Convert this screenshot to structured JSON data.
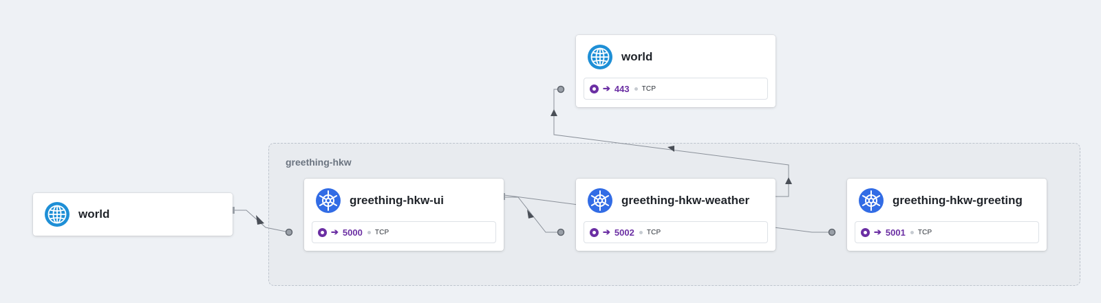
{
  "namespace": {
    "label": "greething-hkw"
  },
  "nodes": {
    "world_top": {
      "title": "world",
      "icon": "globe-icon",
      "port": "443",
      "protocol": "TCP"
    },
    "world_left": {
      "title": "world",
      "icon": "globe-icon"
    },
    "ui": {
      "title": "greething-hkw-ui",
      "icon": "kubernetes-icon",
      "port": "5000",
      "protocol": "TCP"
    },
    "weather": {
      "title": "greething-hkw-weather",
      "icon": "kubernetes-icon",
      "port": "5002",
      "protocol": "TCP"
    },
    "greeting": {
      "title": "greething-hkw-greeting",
      "icon": "kubernetes-icon",
      "port": "5001",
      "protocol": "TCP"
    }
  },
  "port_arrow": "➔",
  "colors": {
    "background": "#eef1f5",
    "namespace_bg": "#e8ebef",
    "globe_blue": "#1e8fd6",
    "k8s_blue": "#326ce5",
    "port_purple": "#6b2fa3",
    "edge": "#8a9099"
  }
}
